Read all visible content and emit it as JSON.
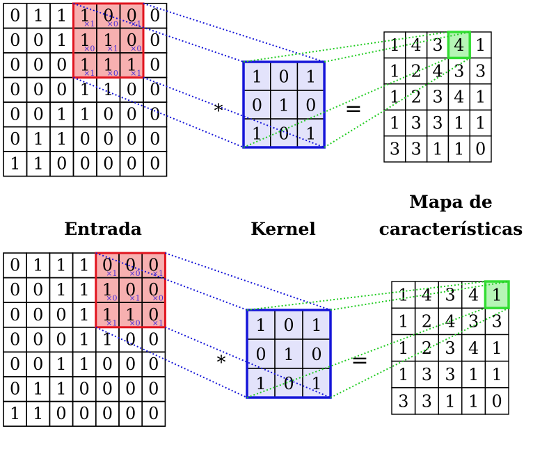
{
  "colors": {
    "window": "#e0141e",
    "window_fill": "#f7b0b0",
    "kernel": "#1515d8",
    "kernel_fill": "#e3e3fb",
    "kernel_line": "#1515d8",
    "output_highlight": "#33dd33",
    "output_fill": "#b6f5b6",
    "output_line": "#22cc22",
    "subscript": "#4b30d8"
  },
  "labels": {
    "input": "Entrada",
    "kernel": "Kernel",
    "output_line1": "Mapa de",
    "output_line2": "características"
  },
  "operators": {
    "multiply": "*",
    "equals": "="
  },
  "input_matrix": [
    [
      "0",
      "1",
      "1",
      "1",
      "0",
      "0",
      "0"
    ],
    [
      "0",
      "0",
      "1",
      "1",
      "1",
      "0",
      "0"
    ],
    [
      "0",
      "0",
      "0",
      "1",
      "1",
      "1",
      "0"
    ],
    [
      "0",
      "0",
      "0",
      "1",
      "1",
      "0",
      "0"
    ],
    [
      "0",
      "0",
      "1",
      "1",
      "0",
      "0",
      "0"
    ],
    [
      "0",
      "1",
      "1",
      "0",
      "0",
      "0",
      "0"
    ],
    [
      "1",
      "1",
      "0",
      "0",
      "0",
      "0",
      "0"
    ]
  ],
  "kernel_matrix": [
    [
      "1",
      "0",
      "1"
    ],
    [
      "0",
      "1",
      "0"
    ],
    [
      "1",
      "0",
      "1"
    ]
  ],
  "output_matrix": [
    [
      "1",
      "4",
      "3",
      "4",
      "1"
    ],
    [
      "1",
      "2",
      "4",
      "3",
      "3"
    ],
    [
      "1",
      "2",
      "3",
      "4",
      "1"
    ],
    [
      "1",
      "3",
      "3",
      "1",
      "1"
    ],
    [
      "3",
      "3",
      "1",
      "1",
      "0"
    ]
  ],
  "kernel_subscripts": [
    [
      "×1",
      "×0",
      "×1"
    ],
    [
      "×0",
      "×1",
      "×0"
    ],
    [
      "×1",
      "×0",
      "×1"
    ]
  ],
  "panels": [
    {
      "window_row": 0,
      "window_col": 3,
      "output_row": 0,
      "output_col": 3
    },
    {
      "window_row": 0,
      "window_col": 4,
      "output_row": 0,
      "output_col": 4
    }
  ]
}
